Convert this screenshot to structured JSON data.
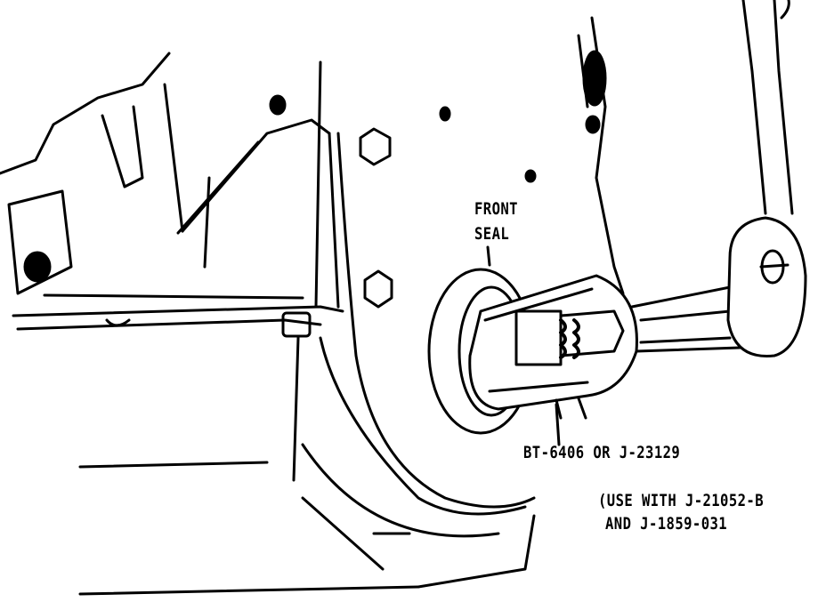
{
  "labels": {
    "front_seal_line1": "FRONT",
    "front_seal_line2": "SEAL",
    "tool_line": "BT-6406 OR J-23129",
    "use_line1": "(USE WITH J-21052-B",
    "use_line2": "AND J-1859-031"
  },
  "colors": {
    "ink": "#000000",
    "paper": "#ffffff"
  }
}
